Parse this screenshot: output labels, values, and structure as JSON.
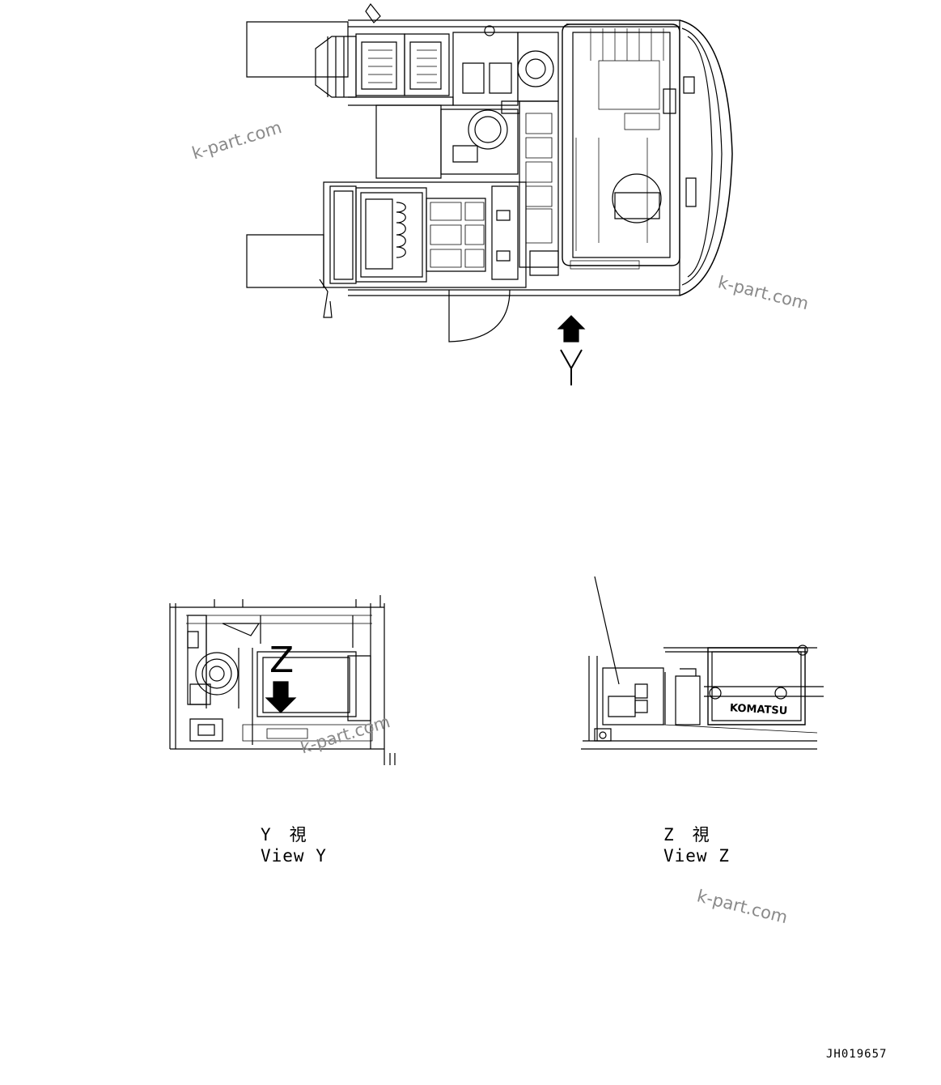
{
  "drawing_id": "JH019657",
  "callouts": {
    "view_y_arrow": "Y",
    "view_z_arrow": "Z"
  },
  "views": {
    "y": {
      "label_jp": "Y　視",
      "label_en": "View Y"
    },
    "z": {
      "label_jp": "Z　視",
      "label_en": "View Z"
    }
  },
  "brand_plate": "KOMATSU",
  "watermarks": [
    "k-part.com",
    "k-part.com",
    "k-part.com",
    "k-part.com"
  ]
}
